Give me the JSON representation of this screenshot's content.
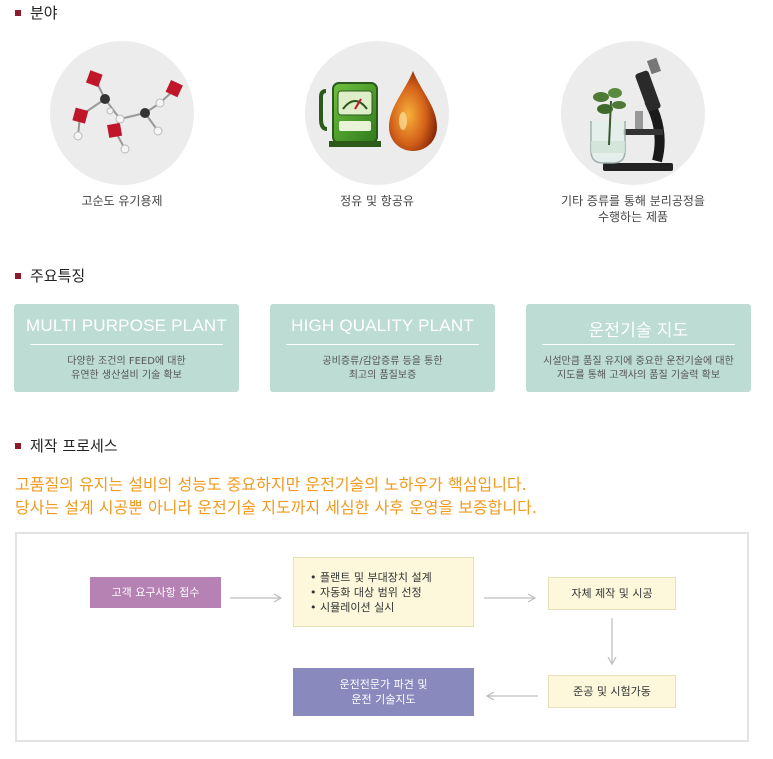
{
  "sections": {
    "field": {
      "title": "분야"
    },
    "features": {
      "title": "주요특징"
    },
    "process": {
      "title": "제작 프로세스"
    }
  },
  "fields": [
    {
      "label": "고순도 유기용제",
      "icon": "molecule-icon"
    },
    {
      "label": "정유 및 항공유",
      "icon": "fuel-pump-oil-drop-icon"
    },
    {
      "label_line1": "기타 증류를 통해 분리공정을",
      "label_line2": "수행하는 제품",
      "icon": "microscope-icon"
    }
  ],
  "features": [
    {
      "title": "MULTI PURPOSE PLANT",
      "desc": "다양한 조건의 FEED에 대한\n유연한 생산설비 기술 확보"
    },
    {
      "title": "HIGH QUALITY PLANT",
      "desc": "공비증류/감압증류 등을 통한\n최고의 품질보증"
    },
    {
      "title": "운전기술 지도",
      "desc": "시설만큼 품질 유지에 중요한 운전기술에 대한\n지도를 통해 고객사의 품질 기술력 확보"
    }
  ],
  "headline": {
    "line1": "고품질의 유지는 설비의 성능도 중요하지만 운전기술의 노하우가 핵심입니다.",
    "line2": "당사는 설계 시공뿐 아니라 운전기술 지도까지 세심한 사후 운영을 보증합니다."
  },
  "process": {
    "step1": "고객 요구사항 접수",
    "step2_items": [
      "플랜트 및 부대장치 설계",
      "자동화 대상 범위 선정",
      "시뮬레이션 실시"
    ],
    "step3": "자체 제작 및 시공",
    "step4": "준공 및 시험가동",
    "step5_line1": "운전전문가 파견 및",
    "step5_line2": "운전 기술지도"
  },
  "colors": {
    "bullet": "#8b1a2b",
    "card_bg": "#bcdcd4",
    "headline": "#f09a20",
    "step_cream": "#fdf8dc",
    "step_purple": "#b682b4",
    "step_navy": "#8989bd"
  }
}
